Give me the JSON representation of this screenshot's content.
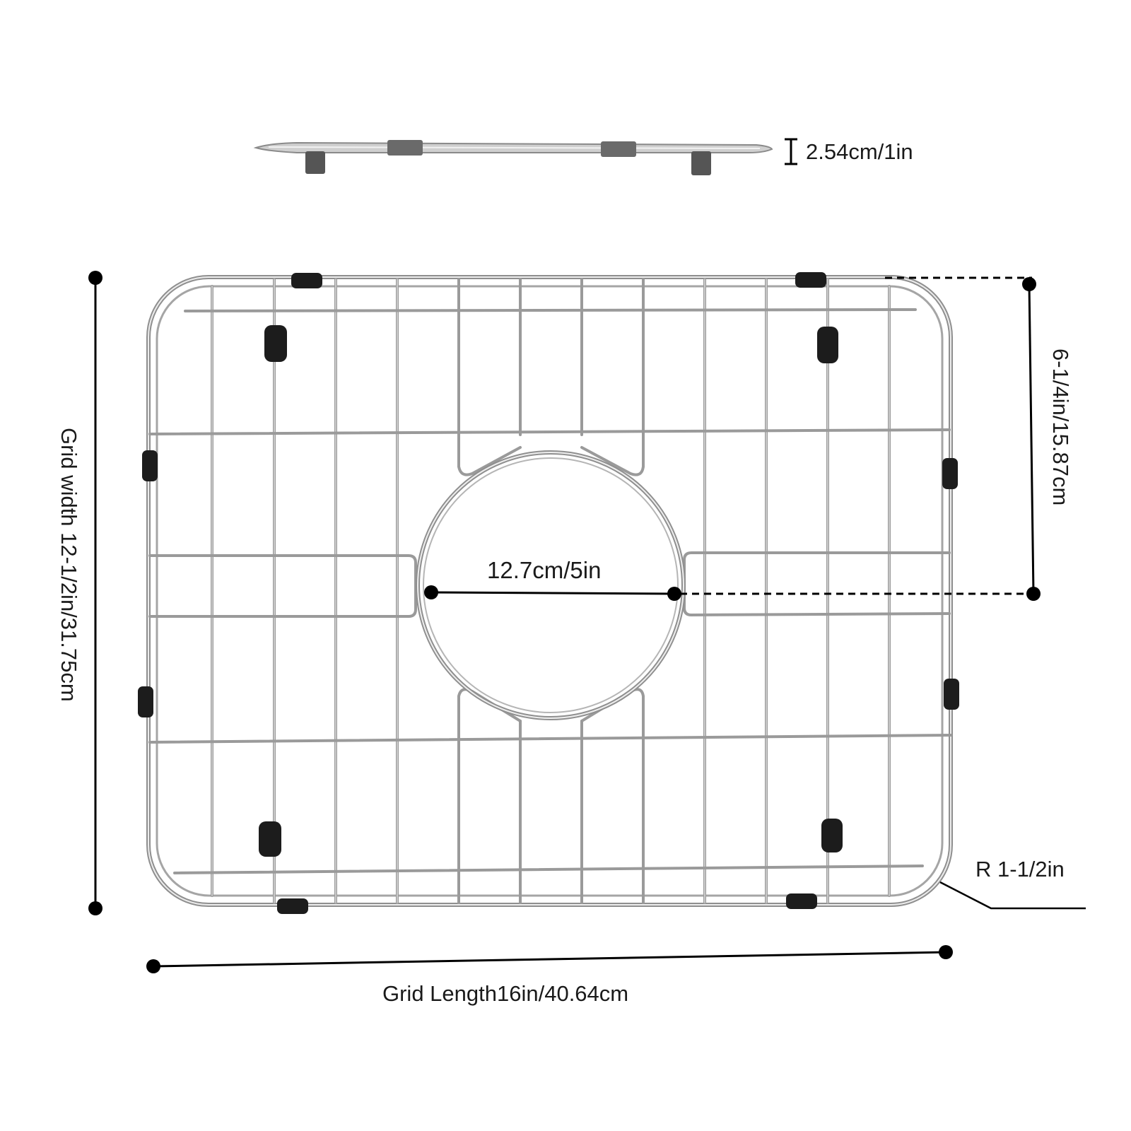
{
  "labels": {
    "thickness": "2.54cm/1in",
    "drain_diameter": "12.7cm/5in",
    "drain_offset": "6-1/4in/15.87cm",
    "grid_width": "Grid width 12-1/2in/31.75cm",
    "grid_length": "Grid Length16in/40.64cm",
    "corner_radius": "R 1-1/2in"
  },
  "colors": {
    "wire": "#9a9a9a",
    "wire_highlight": "#e6e6e6",
    "rubber_foot": "#1c1c1c",
    "dimension_line": "#000000",
    "text": "#1a1a1a"
  },
  "icons": {
    "endpoint": "dimension-endpoint-dot",
    "thickness": "i-beam-bracket-icon"
  }
}
